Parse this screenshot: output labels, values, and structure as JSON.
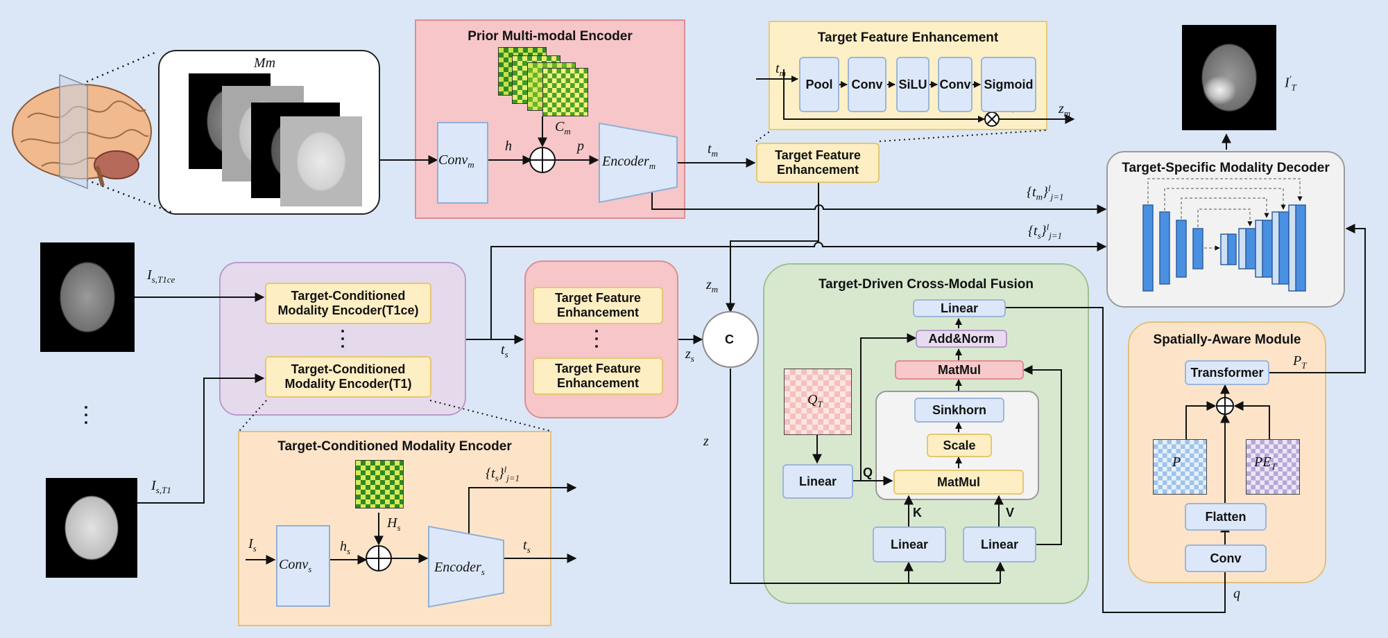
{
  "titles": {
    "prior_encoder": "Prior Multi-modal Encoder",
    "tfe_detail": "Target Feature Enhancement",
    "tsm_decoder": "Target-Specific Modality Decoder",
    "tdcmf": "Target-Driven Cross-Modal Fusion",
    "sam": "Spatially-Aware Module",
    "tcme_detail": "Target-Conditioned Modality Encoder"
  },
  "blocks": {
    "tfe_top": "Target Feature Enhancement",
    "tcme_t1ce": "Target-Conditioned Modality Encoder(T1ce)",
    "tcme_t1": "Target-Conditioned Modality Encoder(T1)",
    "tfe_a": "Target Feature Enhancement",
    "tfe_b": "Target Feature Enhancement",
    "pool": "Pool",
    "conv1": "Conv",
    "silu": "SiLU",
    "conv2": "Conv",
    "sigmoid": "Sigmoid",
    "concat": "C",
    "linear_out": "Linear",
    "addnorm": "Add&Norm",
    "matmul_top": "MatMul",
    "sinkhorn": "Sinkhorn",
    "scale": "Scale",
    "matmul_q": "MatMul",
    "linear_q": "Linear",
    "linear_k": "Linear",
    "linear_v": "Linear",
    "transformer": "Transformer",
    "flatten": "Flatten",
    "conv_sam": "Conv"
  },
  "letters": {
    "q": "Q",
    "k": "K",
    "v": "V"
  },
  "symbols": {
    "Mm": "Mm",
    "conv_m": "Conv",
    "conv_m_sub": "m",
    "encoder_m": "Encoder",
    "encoder_m_sub": "m",
    "h": "h",
    "p": "p",
    "C_m": "C",
    "C_m_sub": "m",
    "t_m": "t",
    "t_m_sub": "m",
    "t_m_in": "t",
    "t_m_in_sub": "m",
    "z_m_out": "z",
    "z_m_out_sub": "m",
    "I_T": "I",
    "I_T_sup": "′",
    "I_T_sub": "T",
    "tm_set": "{t",
    "tm_set_sub": "m",
    "tm_set_end": "}",
    "set_sup": "l",
    "set_sub": "j=1",
    "ts_set": "{t",
    "ts_set_sub": "s",
    "ts_set_end": "}",
    "I_s_t1ce": "I",
    "I_s_t1ce_sub": "s,T1ce",
    "I_s_t1": "I",
    "I_s_t1_sub": "s,T1",
    "t_s": "t",
    "t_s_sub": "s",
    "z_s": "z",
    "z_s_sub": "s",
    "z_m": "z",
    "z_m_sub": "m",
    "z": "z",
    "Q_T": "Q",
    "Q_T_sub": "T",
    "P": "P",
    "PE_T": "PE",
    "PE_T_sub": "T",
    "P_T": "P",
    "P_T_sub": "T",
    "q": "q",
    "I_s": "I",
    "I_s_sub": "s",
    "conv_s": "Conv",
    "conv_s_sub": "s",
    "h_s": "h",
    "h_s_sub": "s",
    "H_s": "H",
    "H_s_sub": "s",
    "encoder_s": "Encoder",
    "encoder_s_sub": "s",
    "t_s_out": "t",
    "t_s_out_sub": "s",
    "ts_set2": "{t",
    "ts_set2_sub": "s",
    "ts_set2_end": "}"
  },
  "colors": {
    "background": "#dbe7f6",
    "prior_panel": "#f6c6c9",
    "yellow_block": "#fdeec3",
    "blue_block": "#dce8f9",
    "fusion_panel": "#d7e8cf",
    "purple_panel": "#e5d9ec",
    "orange_panel": "#fde4c9",
    "decoder_layer": "#4a90e2"
  }
}
